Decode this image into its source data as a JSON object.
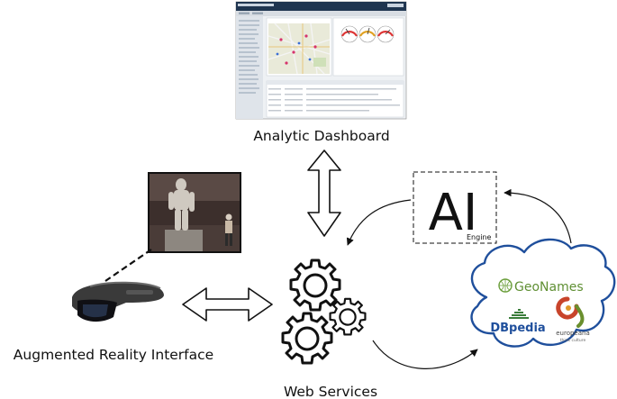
{
  "labels": {
    "dashboard": "Analytic Dashboard",
    "ar": "Augmented Reality Interface",
    "web": "Web Services",
    "ai": "AI",
    "engine": "Engine"
  },
  "cloud": {
    "geonames": "GeoNames",
    "dbpedia": "DBpedia",
    "europeana": "europeana",
    "europeana_sub": "think culture"
  },
  "colors": {
    "dashboard_header": "#1f3550",
    "cloud_stroke": "#1f4f9c",
    "geonames_green": "#6a9e3a",
    "dbpedia_blue": "#1f4f9c",
    "europeana_red": "#c8442b",
    "europeana_green": "#6a8f2e"
  },
  "icons": [
    "double-arrow-vertical-icon",
    "double-arrow-horizontal-icon",
    "gears-icon",
    "ar-headset-icon",
    "statue-photo",
    "cloud-icon"
  ]
}
